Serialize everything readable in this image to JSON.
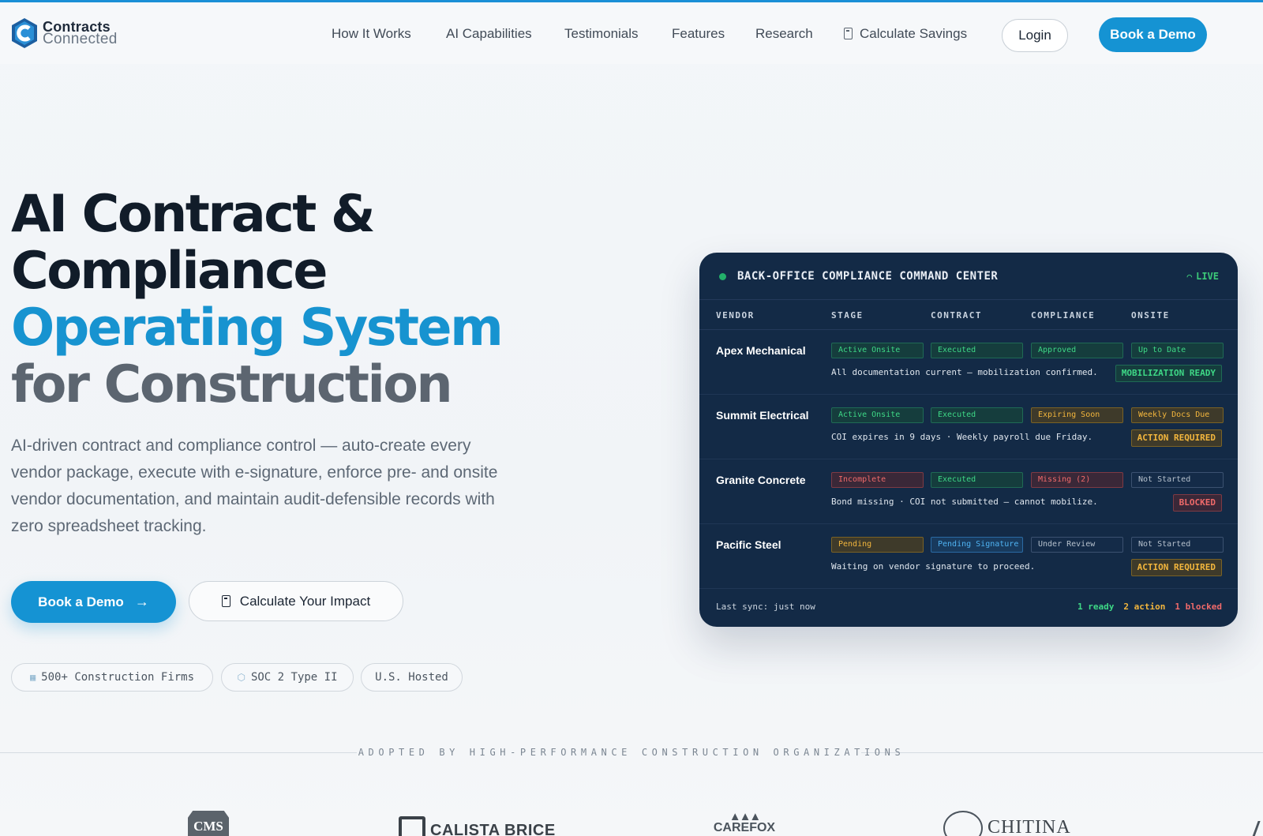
{
  "brand": {
    "line1": "Contracts",
    "line2": "Connected"
  },
  "nav": {
    "links": [
      "How It Works",
      "AI Capabilities",
      "Testimonials",
      "Features",
      "Research",
      "Calculate Savings"
    ],
    "login": "Login",
    "demo": "Book a Demo"
  },
  "hero": {
    "title_line1": "AI Contract &",
    "title_line2": "Compliance",
    "title_line3": "Operating System",
    "title_line4": "for Construction",
    "description": "AI-driven contract and compliance control — auto-create every vendor package, execute with e-signature, enforce pre- and onsite vendor documentation, and maintain audit-defensible records with zero spreadsheet tracking.",
    "cta_primary": "Book a Demo",
    "cta_secondary": "Calculate Your Impact",
    "badges": [
      "500+ Construction Firms",
      "SOC 2 Type II",
      "U.S. Hosted"
    ]
  },
  "panel": {
    "title": "BACK-OFFICE COMPLIANCE COMMAND CENTER",
    "live": "LIVE",
    "columns": [
      "VENDOR",
      "STAGE",
      "CONTRACT",
      "COMPLIANCE",
      "ONSITE"
    ],
    "rows": [
      {
        "vendor": "Apex Mechanical",
        "stage": "Active Onsite",
        "contract": "Executed",
        "compliance": "Approved",
        "onsite": "Up to Date",
        "note": "All documentation current — mobilization confirmed.",
        "status": "MOBILIZATION READY"
      },
      {
        "vendor": "Summit Electrical",
        "stage": "Active Onsite",
        "contract": "Executed",
        "compliance": "Expiring Soon",
        "onsite": "Weekly Docs Due",
        "note": "COI expires in 9 days · Weekly payroll due Friday.",
        "status": "ACTION REQUIRED"
      },
      {
        "vendor": "Granite Concrete",
        "stage": "Incomplete",
        "contract": "Executed",
        "compliance": "Missing (2)",
        "onsite": "Not Started",
        "note": "Bond missing · COI not submitted — cannot mobilize.",
        "status": "BLOCKED"
      },
      {
        "vendor": "Pacific Steel",
        "stage": "Pending",
        "contract": "Pending Signature",
        "compliance": "Under Review",
        "onsite": "Not Started",
        "note": "Waiting on vendor signature to proceed.",
        "status": "ACTION REQUIRED"
      }
    ],
    "sync": "Last sync: just now",
    "counts": {
      "ready": "1 ready",
      "action": "2 action",
      "blocked": "1 blocked"
    }
  },
  "adopted": {
    "heading": "ADOPTED BY HIGH-PERFORMANCE CONSTRUCTION ORGANIZATIONS",
    "logos": [
      "CMS",
      "CALISTA BRICE",
      "CAREFOX",
      "CHITINA"
    ]
  },
  "colors": {
    "accent": "#1593d3",
    "panel_bg": "#132a46",
    "ready": "#3ed886",
    "action": "#f3b63d",
    "blocked": "#f06a6a",
    "info": "#4fb3f2"
  }
}
